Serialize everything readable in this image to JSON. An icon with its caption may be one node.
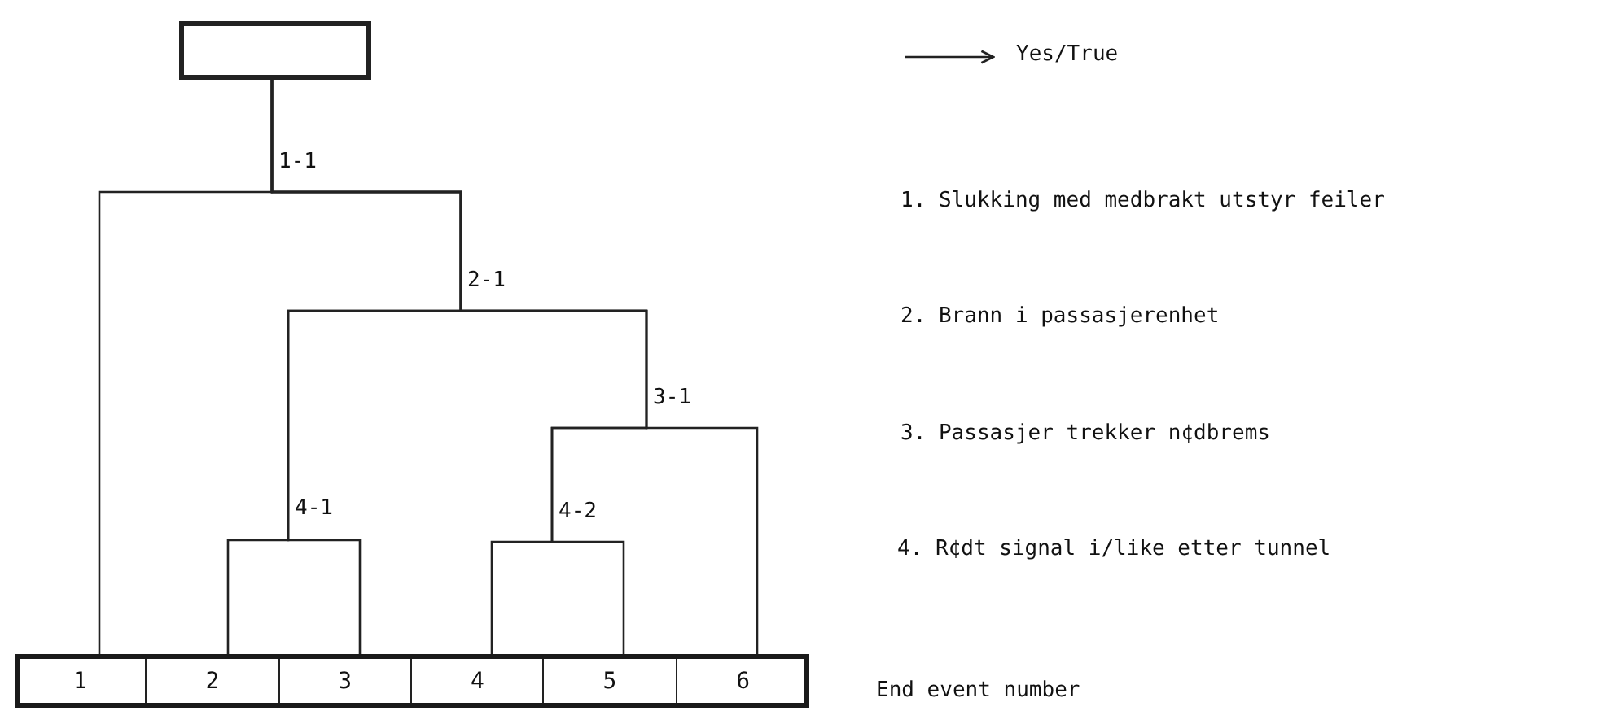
{
  "diagram": {
    "nodes": [
      {
        "text": [],
        "shape": "box"
      },
      {
        "text": [],
        "shape": "bar"
      },
      {
        "text": [
          "1"
        ],
        "in": 1
      },
      {
        "text": [
          "2"
        ],
        "in": 1
      },
      {
        "text": [
          "3"
        ],
        "in": 1
      },
      {
        "text": [
          "4"
        ],
        "in": 1
      },
      {
        "text": [
          "5"
        ],
        "in": 1
      },
      {
        "text": [
          "6"
        ],
        "in": 1
      }
    ],
    "edges": [
      {
        "from": 0,
        "to": 2,
        "arrow": "none"
      },
      {
        "from": 0,
        "to": 3,
        "arrow": "none"
      },
      {
        "from": 0,
        "to": 4,
        "arrow": "none"
      },
      {
        "from": 0,
        "to": 5,
        "arrow": "none"
      },
      {
        "from": 0,
        "to": 6,
        "arrow": "none"
      },
      {
        "from": 0,
        "to": 7,
        "arrow": "none"
      }
    ],
    "labels": [
      "1-1",
      "1. Slukking med medbrakt utstyr feiler",
      "2-1",
      "2. Brann i passasjerenhet",
      "3-1",
      "3. Passasjer trekker n¢dbrems",
      "4-1",
      "4-2",
      "4. R¢dt signal i/like etter tunnel",
      "End event number"
    ],
    "legend": [
      {
        "text": "Yes/True"
      }
    ]
  }
}
